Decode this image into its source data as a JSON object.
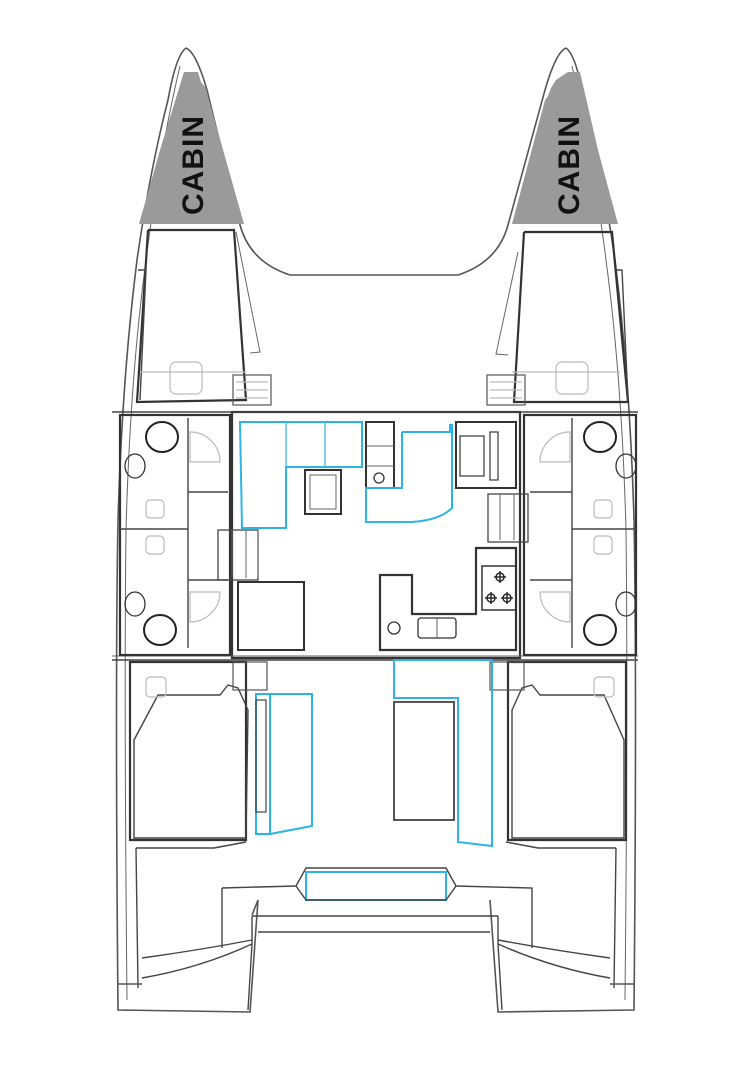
{
  "diagram": {
    "type": "catamaran-deck-plan",
    "labels": {
      "port_bow_cabin": "CABIN",
      "starboard_bow_cabin": "CABIN"
    },
    "colors": {
      "line": "#333333",
      "highlight": "#2cb4e6",
      "cabin_fill": "#9a9a9a",
      "background": "#ffffff"
    },
    "zones": [
      {
        "id": "port-bow-cabin",
        "label": "CABIN"
      },
      {
        "id": "starboard-bow-cabin",
        "label": "CABIN"
      },
      {
        "id": "port-fore-cabin"
      },
      {
        "id": "starboard-fore-cabin"
      },
      {
        "id": "port-heads"
      },
      {
        "id": "starboard-heads"
      },
      {
        "id": "saloon-galley"
      },
      {
        "id": "port-aft-cabin"
      },
      {
        "id": "starboard-aft-cabin"
      },
      {
        "id": "cockpit"
      },
      {
        "id": "aft-deck"
      }
    ]
  }
}
